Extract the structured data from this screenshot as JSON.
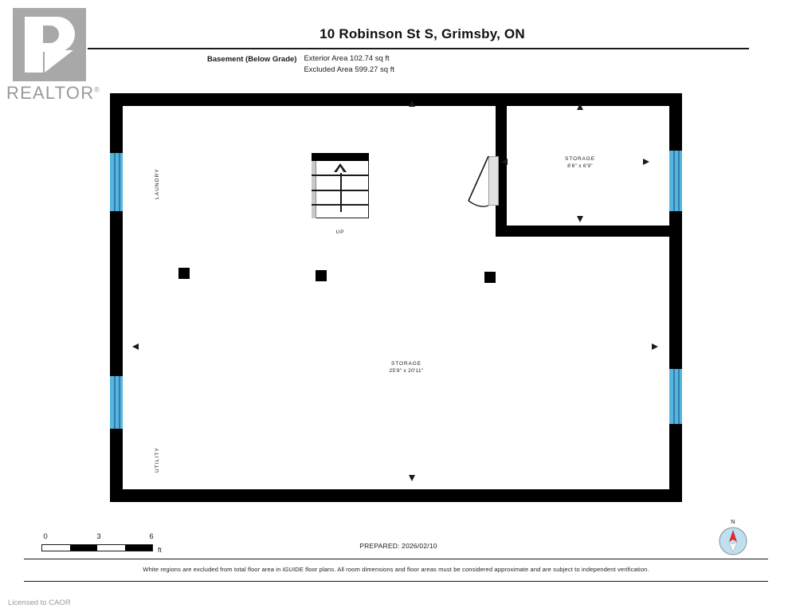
{
  "document": {
    "title": "10 Robinson St S, Grimsby, ON",
    "level_label": "Basement (Below Grade)",
    "exterior_area": "Exterior Area 102.74 sq ft",
    "excluded_area": "Excluded Area 599.27 sq ft",
    "prepared": "PREPARED: 2026/02/10",
    "disclaimer": "White regions are excluded from total floor area in iGUIDE floor plans. All room dimensions and floor areas must be considered approximate and are subject to independent verification.",
    "licensed_to": "Licensed to CAOR"
  },
  "branding": {
    "logo_word": "REALTOR",
    "logo_registered": "®",
    "logo_color": "#a8a8a8"
  },
  "rooms": [
    {
      "id": "storage-small",
      "name": "STORAGE",
      "dimensions": "8'6\" x 6'9\""
    },
    {
      "id": "storage-main",
      "name": "STORAGE",
      "dimensions": "25'9\" x 20'11\""
    },
    {
      "id": "laundry",
      "name": "LAUNDRY",
      "dimensions": ""
    },
    {
      "id": "utility",
      "name": "UTILITY",
      "dimensions": ""
    }
  ],
  "annotations": {
    "stairs_label": "UP"
  },
  "scale": {
    "ticks": [
      "0",
      "3",
      "6"
    ],
    "unit": "ft"
  },
  "compass": {
    "north_label": "N",
    "dial_color": "#bfe0f2",
    "needle_color": "#d92b2b"
  },
  "colors": {
    "wall": "#000000",
    "window": "#55b4e0",
    "window_mullion": "#2f7fa8",
    "excluded_fill": "#ffffff",
    "text": "#1a1a1a"
  }
}
